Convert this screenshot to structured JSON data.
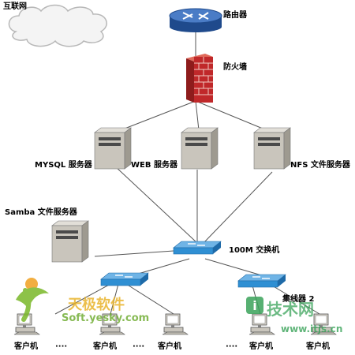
{
  "labels": {
    "internet": "互联网",
    "router": "路由器",
    "firewall": "防火墙",
    "mysql_server": "MYSQL 服务器",
    "web_server": "WEB 服务器",
    "nfs_server": "NFS 文件服务器",
    "samba_server": "Samba 文件服务器",
    "switch_100m": "100M 交换机",
    "hub_2": "集线器 2",
    "client": "客户机",
    "ellipsis": "····"
  },
  "watermarks": {
    "left_brand": "天极软件",
    "left_url": "Soft.yesky.com",
    "right_brand": "技术网",
    "right_url": "www.itjs.cn"
  },
  "colors": {
    "cable": "#555555",
    "router_blue": "#2f5fa8",
    "firewall_red": "#c0282a",
    "server_body": "#c9c5bc",
    "switch_blue": "#2f8fd3"
  }
}
